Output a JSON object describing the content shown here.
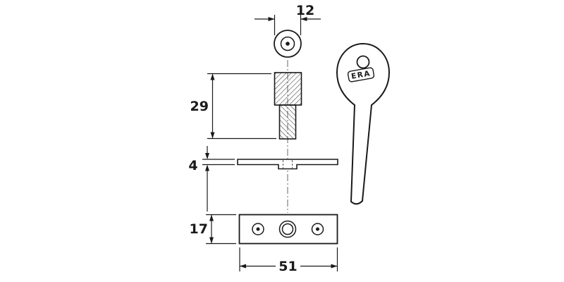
{
  "figure": {
    "brand_label": "ERA",
    "dimensions": {
      "bolt_head_diameter": "12",
      "bolt_length": "29",
      "plate_thickness": "4",
      "plate_height": "17",
      "plate_width": "51"
    },
    "colors": {
      "line": "#1a1a1a",
      "hatch": "#4a4a4a",
      "hidden_line": "#555555",
      "centerline": "#666666",
      "background": "#ffffff"
    }
  }
}
